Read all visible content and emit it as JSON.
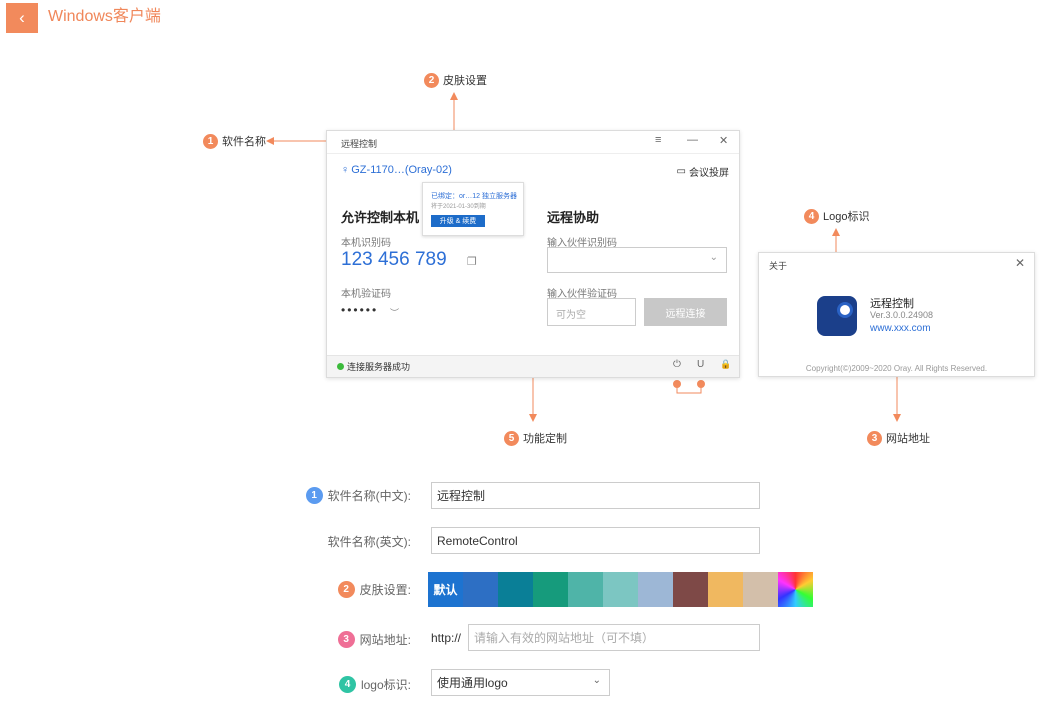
{
  "header": {
    "back_icon": "‹",
    "title": "Windows客户端"
  },
  "colors": {
    "accent": "#f28a5c",
    "blue": "#2d6fd6",
    "form_num_1": "#5b9bf0",
    "form_num_2": "#f28a5c",
    "form_num_3": "#ef6f96",
    "form_num_4": "#2fc4a4"
  },
  "callouts": [
    {
      "num": "1",
      "label": "软件名称"
    },
    {
      "num": "2",
      "label": "皮肤设置"
    },
    {
      "num": "3",
      "label": "网站地址"
    },
    {
      "num": "4",
      "label": "Logo标识"
    },
    {
      "num": "5",
      "label": "功能定制"
    }
  ],
  "client": {
    "title": "远程控制",
    "ctrl_menu": "≡",
    "ctrl_min": "—",
    "ctrl_close": "✕",
    "user_icon": "♀",
    "user": "GZ-1170…(Oray-02)",
    "screen_icon": "▭",
    "screen_share": "会议投屏",
    "allow_heading": "允许控制本机",
    "id_label": "本机识别码",
    "id_value": "123 456 789",
    "copy_icon": "❐",
    "verify_label": "本机验证码",
    "verify_mask": "••••••",
    "eye_icon": "︶",
    "remote_heading": "远程协助",
    "partner_id_label": "输入伙伴识别码",
    "select_arrow": "⌄",
    "partner_verify_label": "输入伙伴验证码",
    "verify_placeholder": "可为空",
    "connect_label": "远程连接",
    "status": "连接服务器成功",
    "power_icon": "⏻",
    "magnet_icon": "U",
    "lock_icon": "🔒"
  },
  "skin_popover": {
    "line1": "已绑定：or…12 独立服务器",
    "line2": "将于2021-01-30到期",
    "button": "升级 & 续费"
  },
  "about": {
    "title": "关于",
    "close": "✕",
    "name": "远程控制",
    "version": "Ver.3.0.0.24908",
    "url": "www.xxx.com",
    "copyright": "Copyright(©)2009~2020 Oray. All Rights Reserved."
  },
  "form": {
    "name_cn": {
      "num": "1",
      "label": "软件名称(中文):",
      "value": "远程控制"
    },
    "name_en": {
      "label": "软件名称(英文):",
      "value": "RemoteControl"
    },
    "skin": {
      "num": "2",
      "label": "皮肤设置:",
      "default_label": "默认",
      "swatches": [
        "#1d73d0",
        "#2d6fc4",
        "#0a7f97",
        "#169b7c",
        "#4fb4a8",
        "#7cc6c2",
        "#9db7d6",
        "#7e4947",
        "#f0b860",
        "#d3bfaa",
        "rainbow"
      ]
    },
    "site": {
      "num": "3",
      "label": "网站地址:",
      "prefix": "http://",
      "placeholder": "请输入有效的网站地址（可不填）"
    },
    "logo": {
      "num": "4",
      "label": "logo标识:",
      "value": "使用通用logo",
      "arrow": "⌄"
    }
  }
}
